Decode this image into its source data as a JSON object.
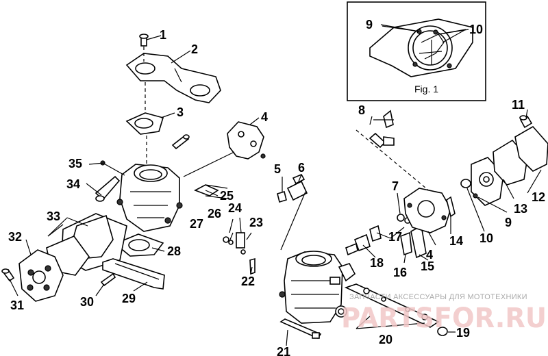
{
  "diagram": {
    "figure_caption": "Fig. 1",
    "watermark": {
      "text": "ЗАПЧАСТИ АКСЕССУАРЫ ДЛЯ МОТОТЕХНИКИ",
      "logo": "PARTSFOR.RU"
    },
    "callouts": [
      {
        "id": "c1",
        "label": "1"
      },
      {
        "id": "c2",
        "label": "2"
      },
      {
        "id": "c3",
        "label": "3"
      },
      {
        "id": "c4a",
        "label": "4"
      },
      {
        "id": "c4b",
        "label": "4"
      },
      {
        "id": "c5",
        "label": "5"
      },
      {
        "id": "c6",
        "label": "6"
      },
      {
        "id": "c7",
        "label": "7"
      },
      {
        "id": "c8",
        "label": "8"
      },
      {
        "id": "c9a",
        "label": "9"
      },
      {
        "id": "c9b",
        "label": "9"
      },
      {
        "id": "c10a",
        "label": "10"
      },
      {
        "id": "c10b",
        "label": "10"
      },
      {
        "id": "c11",
        "label": "11"
      },
      {
        "id": "c12",
        "label": "12"
      },
      {
        "id": "c13",
        "label": "13"
      },
      {
        "id": "c14",
        "label": "14"
      },
      {
        "id": "c15",
        "label": "15"
      },
      {
        "id": "c16",
        "label": "16"
      },
      {
        "id": "c17",
        "label": "17"
      },
      {
        "id": "c18",
        "label": "18"
      },
      {
        "id": "c19",
        "label": "19"
      },
      {
        "id": "c20",
        "label": "20"
      },
      {
        "id": "c21",
        "label": "21"
      },
      {
        "id": "c22",
        "label": "22"
      },
      {
        "id": "c23",
        "label": "23"
      },
      {
        "id": "c24",
        "label": "24"
      },
      {
        "id": "c25",
        "label": "25"
      },
      {
        "id": "c26",
        "label": "26"
      },
      {
        "id": "c27",
        "label": "27"
      },
      {
        "id": "c28",
        "label": "28"
      },
      {
        "id": "c29",
        "label": "29"
      },
      {
        "id": "c30",
        "label": "30"
      },
      {
        "id": "c31",
        "label": "31"
      },
      {
        "id": "c32",
        "label": "32"
      },
      {
        "id": "c33",
        "label": "33"
      },
      {
        "id": "c34",
        "label": "34"
      },
      {
        "id": "c35",
        "label": "35"
      }
    ]
  }
}
